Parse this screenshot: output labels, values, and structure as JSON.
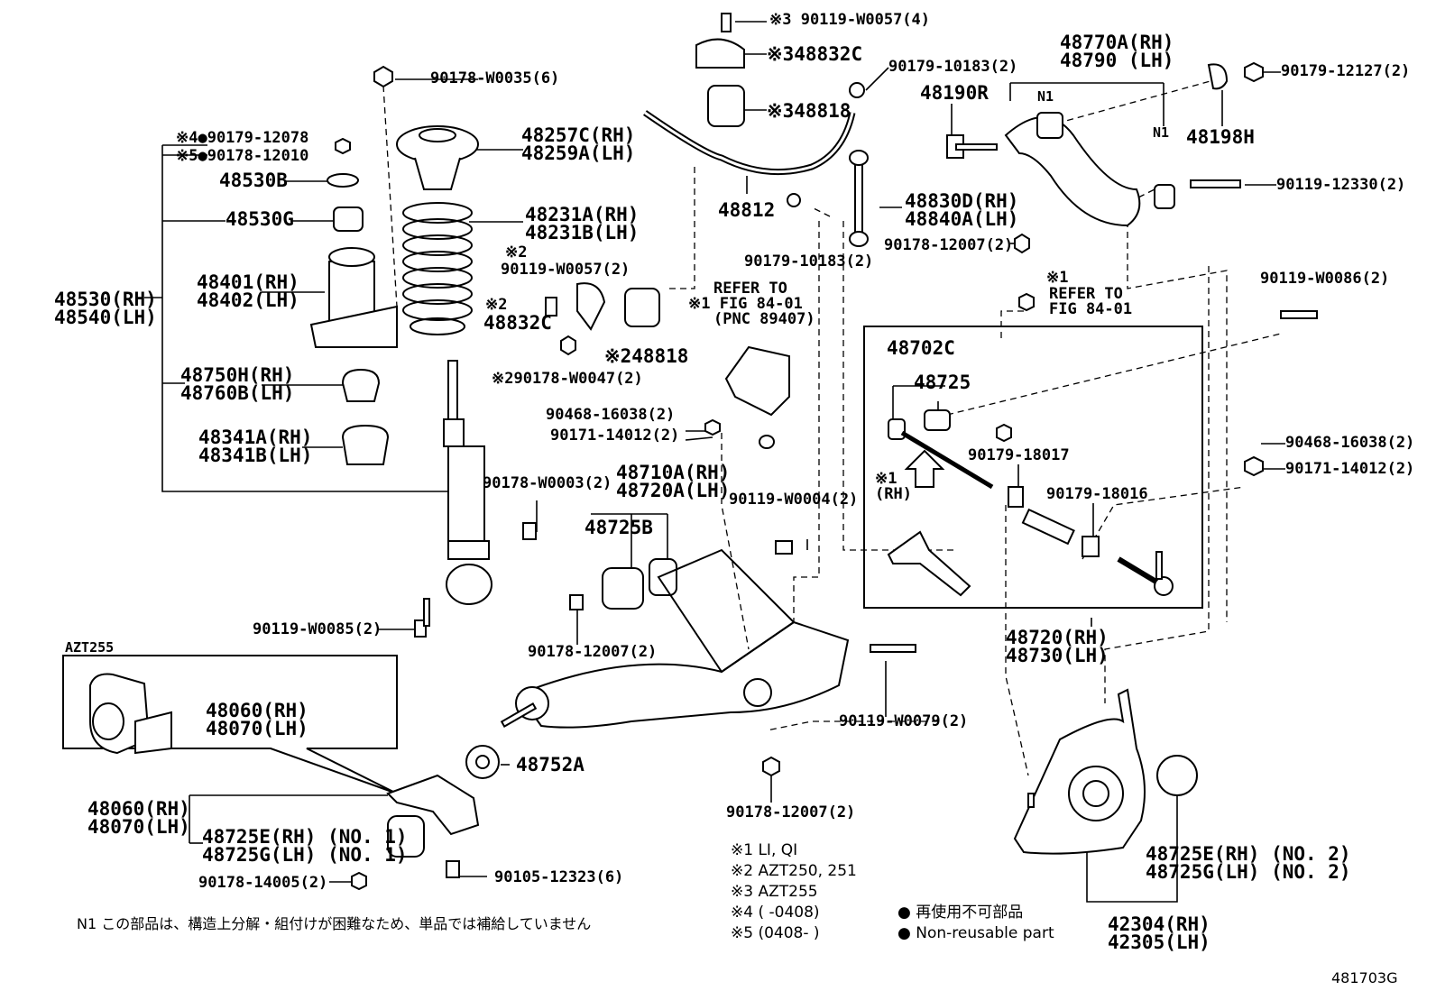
{
  "labels": {
    "l_90119_W0057_4": "※3 90119-W0057(4)",
    "l_48832C_3": "※348832C",
    "l_48818_3": "※348818",
    "l_90179_10183_2a": "90179-10183(2)",
    "l_48770A": [
      "48770A(RH)",
      "48790 (LH)"
    ],
    "l_90179_12127": "90179-12127(2)",
    "l_90178_W0035": "90178-W0035(6)",
    "l_48190R": "48190R",
    "l_N1a": "N1",
    "l_N1b": "N1",
    "l_48198H": "48198H",
    "l_90179_12078": "※4●90179-12078",
    "l_90178_12010": "※5●90178-12010",
    "l_48257C": [
      "48257C(RH)",
      "48259A(LH)"
    ],
    "l_48530B": "48530B",
    "l_90119_12330": "90119-12330(2)",
    "l_48530G": "48530G",
    "l_48231A": [
      "48231A(RH)",
      "48231B(LH)"
    ],
    "l_48830D": [
      "48830D(RH)",
      "48840A(LH)"
    ],
    "l_48812": "48812",
    "l_90178_12007_2a": "90178-12007(2)",
    "l_90179_10183_2b": "90179-10183(2)",
    "l_star2a": "※2",
    "l_90119_W0057_2": "90119-W0057(2)",
    "l_refer1": [
      "REFER TO",
      "※1 FIG 84-01",
      "(PNC 89407)"
    ],
    "l_star1b": "※1",
    "l_refer2": [
      "REFER TO",
      "FIG 84-01"
    ],
    "l_90119_W0086": "90119-W0086(2)",
    "l_48401": [
      "48401(RH)",
      "48402(LH)"
    ],
    "l_48530RH": [
      "48530(RH)",
      "48540(LH)"
    ],
    "l_star2b": "※2",
    "l_48832C_2": "48832C",
    "l_48818_2": "※248818",
    "l_48702C": "48702C",
    "l_90178_W0047": "※290178-W0047(2)",
    "l_48725": "48725",
    "l_48750H": [
      "48750H(RH)",
      "48760B(LH)"
    ],
    "l_90468_16038a": "90468-16038(2)",
    "l_90171_14012a": "90171-14012(2)",
    "l_48341A": [
      "48341A(RH)",
      "48341B(LH)"
    ],
    "l_90179_18017": "90179-18017",
    "l_90468_16038b": "90468-16038(2)",
    "l_90171_14012b": "90171-14012(2)",
    "l_90178_W0003": "90178-W0003(2)",
    "l_48710A": [
      "48710A(RH)",
      "48720A(LH)"
    ],
    "l_star1rh": [
      "※1",
      "(RH)"
    ],
    "l_90179_18016": "90179-18016",
    "l_90119_W0004": "90119-W0004(2)",
    "l_48725B": "48725B",
    "l_90119_W0085": "90119-W0085(2)",
    "l_90178_12007_2b": "90178-12007(2)",
    "l_48720RH": [
      "48720(RH)",
      "48730(LH)"
    ],
    "l_AZT255": "AZT255",
    "l_90119_W0079": "90119-W0079(2)",
    "l_48060a": [
      "48060(RH)",
      "48070(LH)"
    ],
    "l_48752A": "48752A",
    "l_48060b": [
      "48060(RH)",
      "48070(LH)"
    ],
    "l_90178_12007_2c": "90178-12007(2)",
    "l_48725E1": [
      "48725E(RH) (NO. 1)",
      "48725G(LH) (NO. 1)"
    ],
    "l_48725E2": [
      "48725E(RH) (NO. 2)",
      "48725G(LH) (NO. 2)"
    ],
    "l_90178_14005": "90178-14005(2)",
    "l_90105_12323": "90105-12323(6)",
    "l_42304": [
      "42304(RH)",
      "42305(LH)"
    ],
    "l_N1note": "N1 この部品は、構造上分解・組付けが困難なため、単品では補給していません",
    "l_figno": "481703G"
  },
  "legend": {
    "rows": [
      "※1   LI, QI",
      "※2   AZT250, 251",
      "※3   AZT255",
      "※4   (      -0408)",
      "※5   (0408-      )"
    ],
    "nonreusable_jp": "● 再使用不可部品",
    "nonreusable_en": "● Non-reusable part"
  }
}
